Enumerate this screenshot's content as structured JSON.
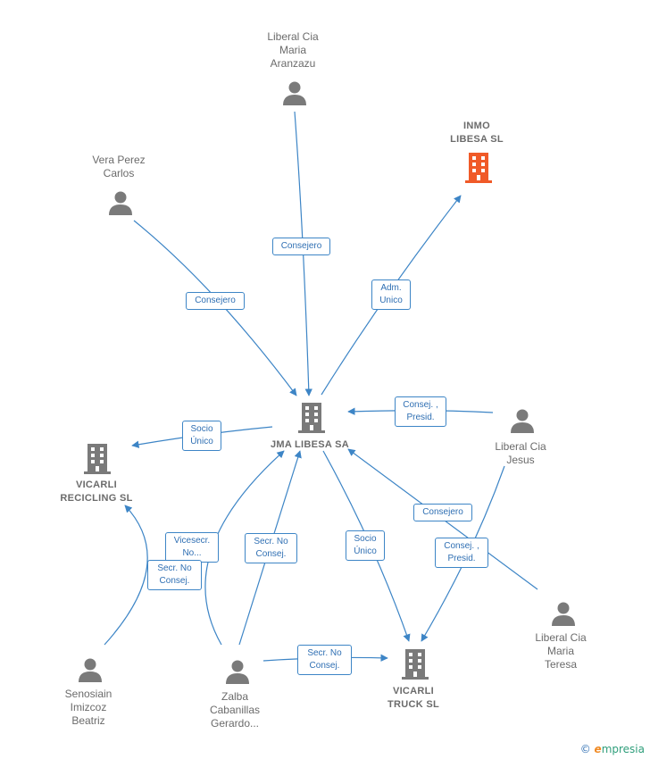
{
  "nodes": {
    "liberal_aranzazu": "Liberal Cia\nMaria\nAranzazu",
    "inmo_libesa": "INMO\nLIBESA  SL",
    "vera_perez": "Vera Perez\nCarlos",
    "jma_libesa": "JMA LIBESA SA",
    "liberal_jesus": "Liberal Cia\nJesus",
    "vicarli_recicling": "VICARLI\nRECICLING SL",
    "liberal_teresa": "Liberal Cia\nMaria\nTeresa",
    "senosiain": "Senosiain\nImizcoz\nBeatriz",
    "zalba": "Zalba\nCabanillas\nGerardo...",
    "vicarli_truck": "VICARLI\nTRUCK  SL"
  },
  "edges": {
    "consejero_aranzazu": "Consejero",
    "adm_unico": "Adm.\nUnico",
    "consejero_vera": "Consejero",
    "consej_presid_jma": "Consej. ,\nPresid.",
    "socio_unico_recicling": "Socio\nÚnico",
    "consejero_teresa": "Consejero",
    "vicesecr": "Vicesecr.\nNo...",
    "secr_no_consej_zalba_jma": "Secr.  No\nConsej.",
    "socio_unico_truck": "Socio\nÚnico",
    "consej_presid_truck": "Consej. ,\nPresid.",
    "secr_no_consej_senosiain": "Secr.  No\nConsej.",
    "secr_no_consej_zalba_truck": "Secr.  No\nConsej."
  },
  "colors": {
    "edge": "#3d85c6",
    "icon": "#7a7a7a",
    "highlight": "#f05a28"
  },
  "icons": {
    "person": "person-icon",
    "company": "building-icon"
  },
  "brand": {
    "copyright": "©",
    "initial": "e",
    "name": "mpresia"
  }
}
